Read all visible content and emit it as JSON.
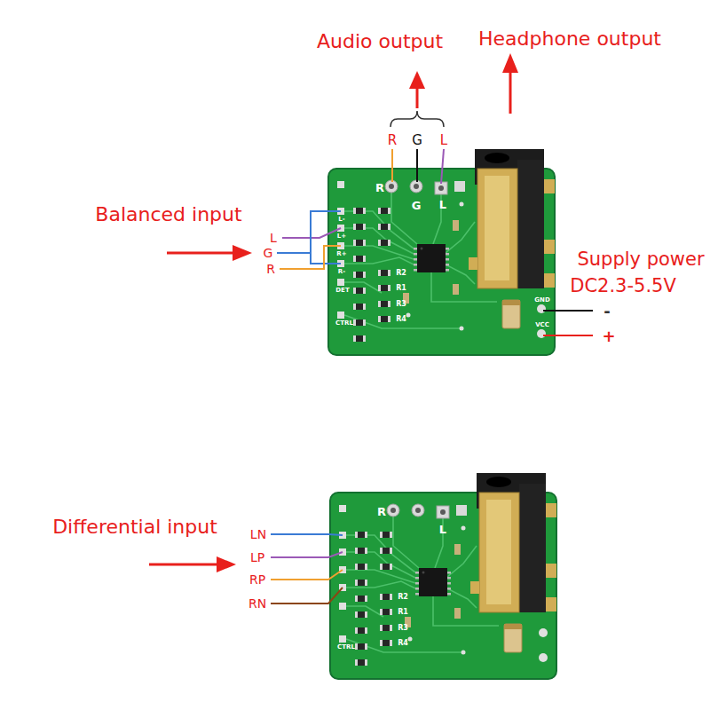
{
  "diagram": {
    "labels": [
      "Audio output",
      "Headphone output",
      "R",
      "G",
      "L",
      "Balanced input",
      "L",
      "G",
      "R",
      "Supply power",
      "DC2.3-5.5V",
      "-",
      "+",
      "Differential input",
      "LN",
      "LP",
      "RP",
      "RN",
      "R",
      "G",
      "L",
      "L-",
      "L+",
      "R+",
      "R-",
      "DET",
      "CTRL",
      "R2",
      "R1",
      "R3",
      "R4",
      "GND",
      "VCC",
      "R",
      "L",
      "R2",
      "R1",
      "R3",
      "R4",
      "CTRL"
    ]
  }
}
